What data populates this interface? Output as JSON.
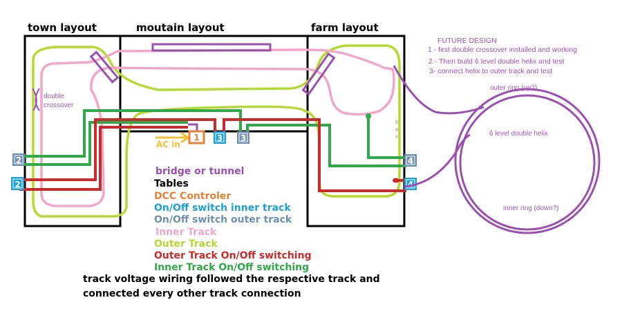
{
  "sections": {
    "town": "town layout",
    "mountain": "moutain layout",
    "farm": "farm layout"
  },
  "labels": {
    "double_crossover_line1": "double",
    "double_crossover_line2": "crossover",
    "ac_in": "AC in",
    "badge_dcc": "1",
    "badge_inner_3": "3",
    "badge_outer_3": "3",
    "badge_outer_2": "2",
    "badge_inner_2": "2",
    "badge_outer_4": "4",
    "badge_inner_4": "4",
    "vertical_be_1": "b",
    "vertical_be_2": "e",
    "vertical_be_3": "x"
  },
  "future_design": {
    "title": "FUTURE DESIGN",
    "steps": [
      "1 - first double crossover installed and working",
      "2 - Then build 6 level double helix   and test",
      "3-  connect helix to outer track and test"
    ]
  },
  "helix": {
    "outer_label": "outer ring (up?)",
    "center_label": "6  level double helix",
    "inner_label": "inner ring (down?)"
  },
  "legend": [
    {
      "label": "bridge or tunnel",
      "color": "#9b4fb0"
    },
    {
      "label": "Tables",
      "color": "#000000"
    },
    {
      "label": "DCC Controler",
      "color": "#e8803a"
    },
    {
      "label": "On/Off switch inner track",
      "color": "#1ba1d6"
    },
    {
      "label": "On/Off switch outer track",
      "color": "#6f8fae"
    },
    {
      "label": "Inner Track",
      "color": "#f2a6c8"
    },
    {
      "label": "Outer Track",
      "color": "#b5d930"
    },
    {
      "label": "Outer Track On/Off switching",
      "color": "#cc2a2a"
    },
    {
      "label": "Inner Track On/Off switching",
      "color": "#2eaa4a"
    }
  ],
  "footnote": {
    "line1": "track voltage wiring followed the respective track and",
    "line2": "connected every other track connection"
  },
  "colors": {
    "table": "#000000",
    "inner_track": "#f2a6c8",
    "outer_track": "#b5d930",
    "bridge": "#9b4fb0",
    "outer_wire": "#cc2a2a",
    "inner_wire": "#2eaa4a",
    "dcc": "#e8803a",
    "switch_inner": "#1ba1d6",
    "switch_outer": "#6f8fae",
    "ac_arrow": "#f2c22e"
  }
}
